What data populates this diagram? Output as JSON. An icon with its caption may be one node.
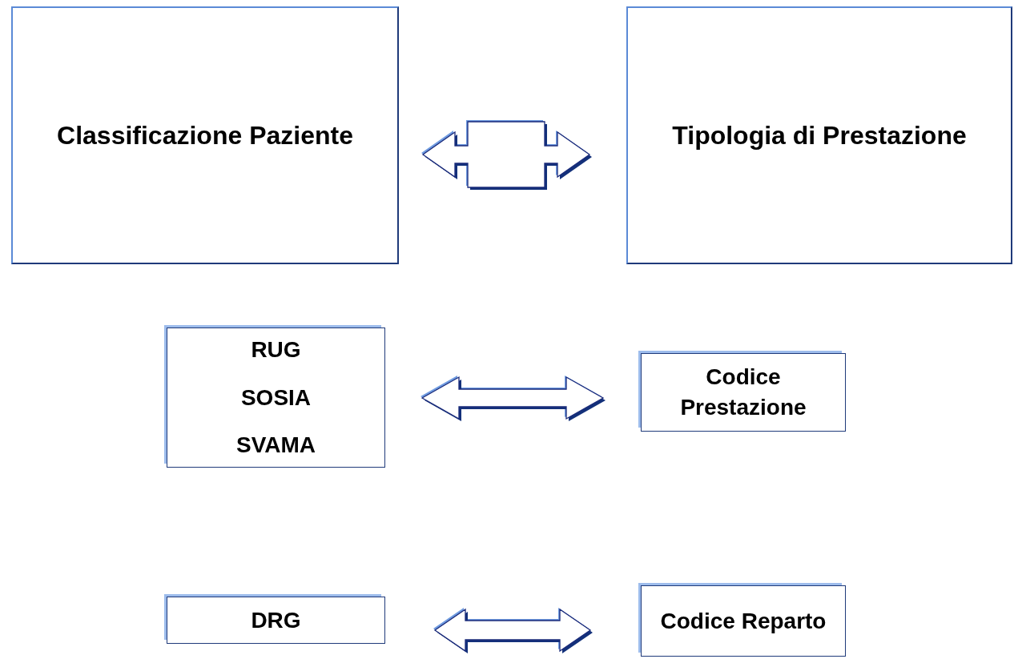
{
  "diagram": {
    "nodes": [
      {
        "text": [
          "Classificazione Paziente"
        ]
      },
      {
        "text": [
          "Tipologia di Prestazione"
        ]
      },
      {
        "text": [
          "RUG",
          "SOSIA",
          "SVAMA"
        ]
      },
      {
        "text": [
          "Codice Prestazione"
        ]
      },
      {
        "text": [
          "DRG"
        ]
      },
      {
        "text": [
          "Codice Reparto"
        ]
      }
    ],
    "edges": [
      {
        "from": 0,
        "to": 1,
        "arrow": "both"
      },
      {
        "from": 2,
        "to": 3,
        "arrow": "both"
      },
      {
        "from": 4,
        "to": 5,
        "arrow": "both"
      }
    ]
  }
}
